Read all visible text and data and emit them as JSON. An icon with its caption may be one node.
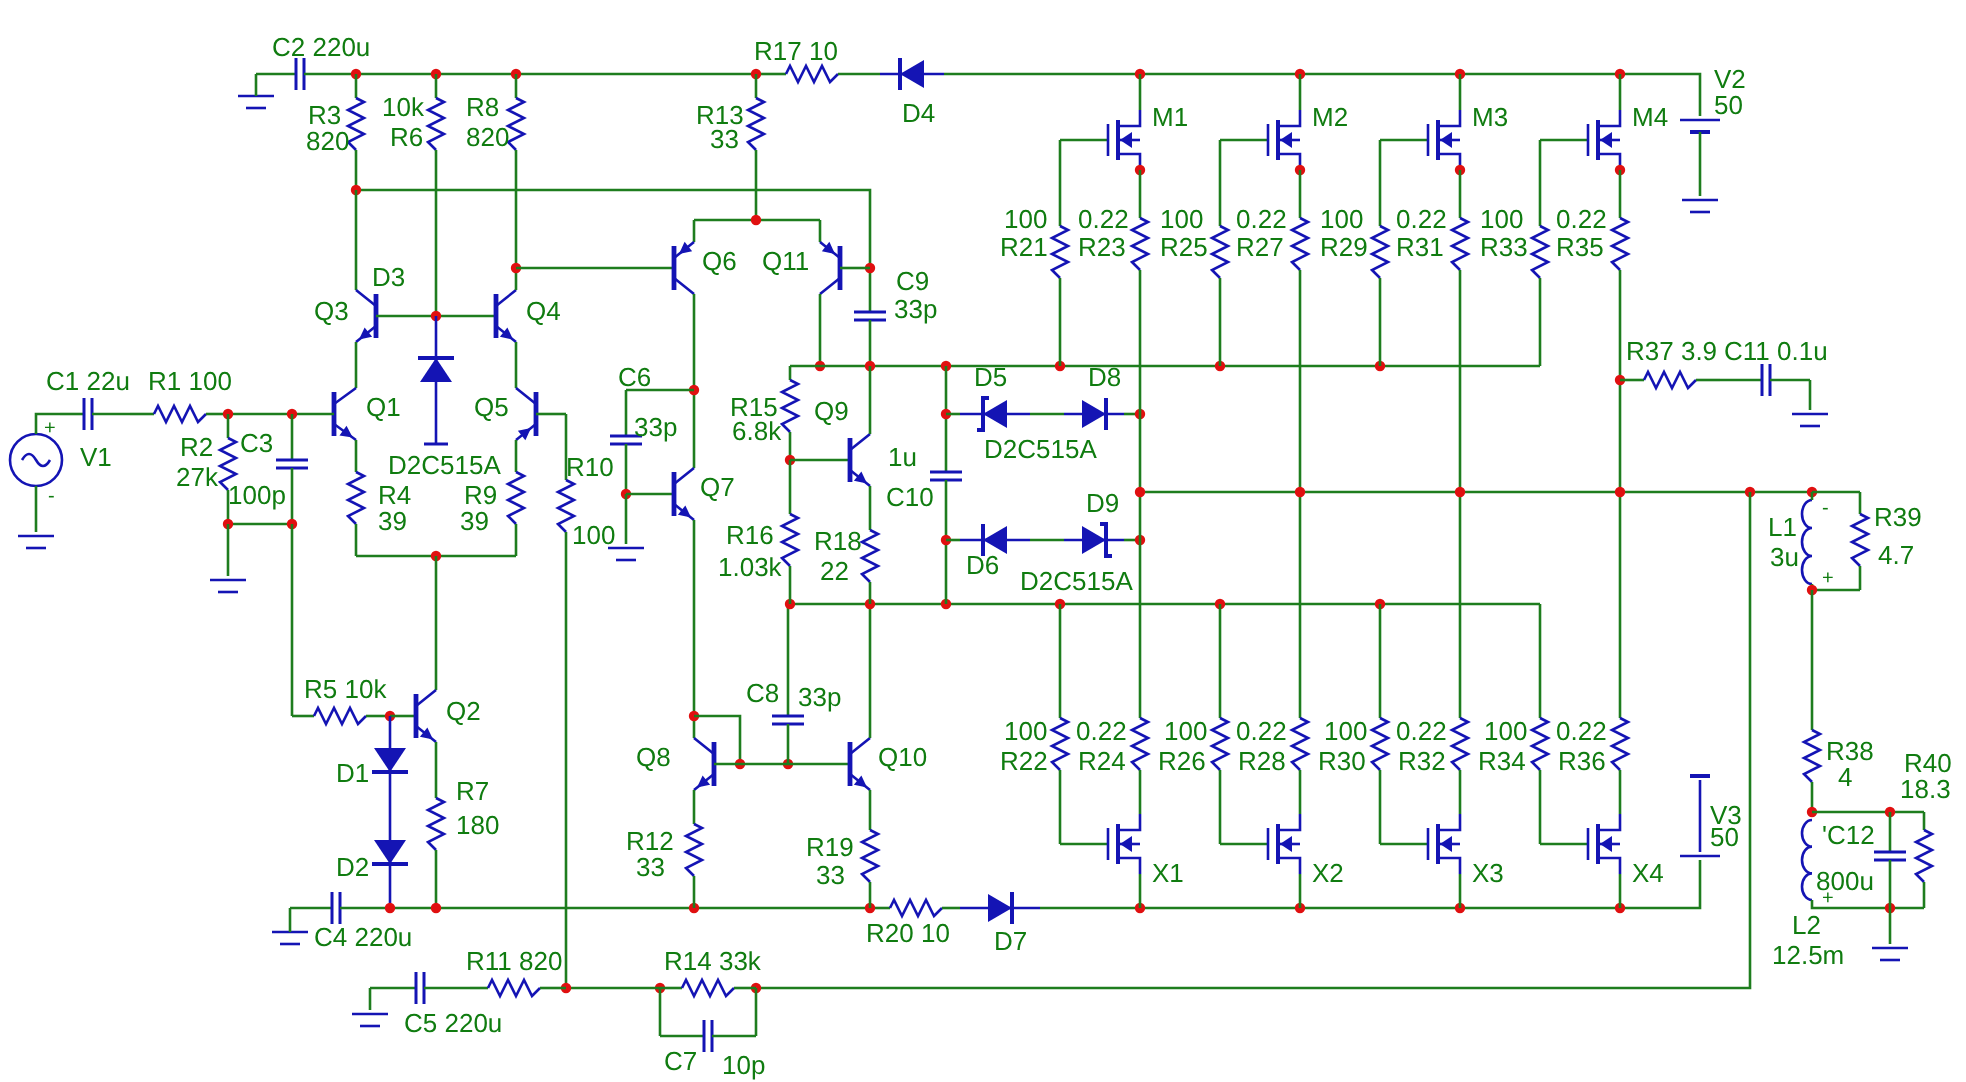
{
  "diagram": {
    "labels": [
      "C2 220u",
      "R17 10",
      "R3",
      "10k",
      "R8",
      "V2",
      "820",
      "R6",
      "820",
      "R13",
      "33",
      "D4",
      "50",
      "M1",
      "M2",
      "M3",
      "M4",
      "100",
      "0.22",
      "100",
      "0.22",
      "100",
      "0.22",
      "100",
      "0.22",
      "R21",
      "R23",
      "R25",
      "R27",
      "R29",
      "R31",
      "R33",
      "R35",
      "D3",
      "Q6",
      "Q11",
      "C9",
      "Q3",
      "Q4",
      "33p",
      "R37 3.9",
      "C11 0.1u",
      "C1 22u",
      "R1 100",
      "C6",
      "D5",
      "D8",
      "Q1",
      "Q5",
      "R15",
      "Q9",
      "33p",
      "6.8k",
      "V1",
      "R2",
      "C3",
      "D2C515A",
      "R10",
      "1u",
      "D2C515A",
      "27k",
      "100p",
      "R4",
      "R9",
      "Q7",
      "C10",
      "D9",
      "39",
      "39",
      "100",
      "R16",
      "R18",
      "L1",
      "R39",
      "1.03k",
      "22",
      "D6",
      "D2C515A",
      "3u",
      "4.7",
      "R5 10k",
      "Q2",
      "C8",
      "33p",
      "100",
      "0.22",
      "100",
      "0.22",
      "100",
      "0.22",
      "100",
      "0.22",
      "D1",
      "Q8",
      "Q10",
      "R22",
      "R24",
      "R26",
      "R28",
      "R30",
      "R32",
      "R34",
      "R36",
      "R38",
      "4",
      "R40",
      "R7",
      "18.3",
      "180",
      "R12",
      "R19",
      "V3",
      "50",
      "'C12",
      "D2",
      "33",
      "33",
      "X1",
      "X2",
      "X3",
      "X4",
      "800u",
      "C4 220u",
      "R20 10",
      "D7",
      "L2",
      "R11 820",
      "R14 33k",
      "12.5m",
      "C5 220u",
      "C7",
      "10p",
      "+",
      "-",
      "-",
      "+",
      "+"
    ]
  }
}
